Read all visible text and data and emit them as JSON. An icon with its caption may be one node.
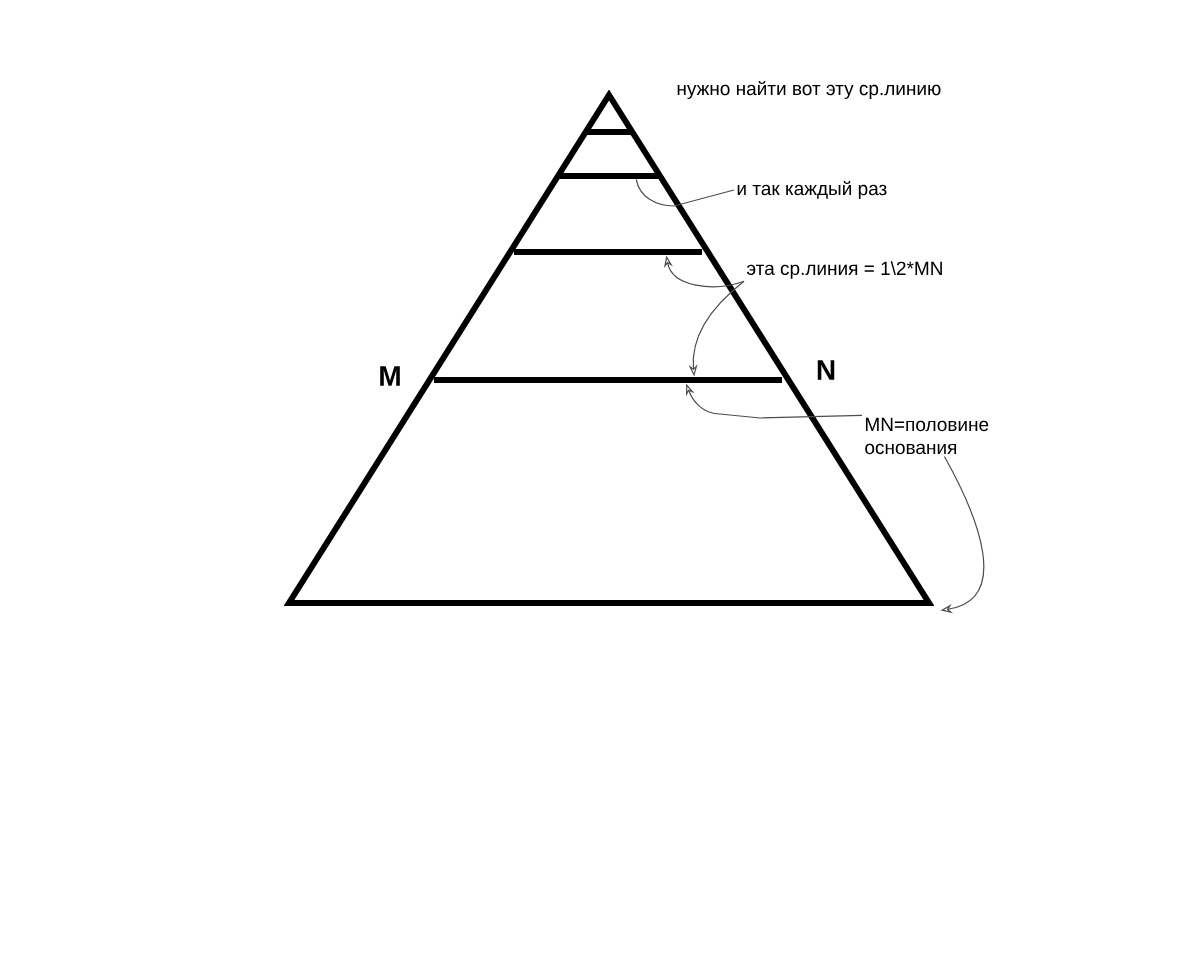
{
  "diagram": {
    "nodes": [
      {
        "text": [
          "нужно найти вот эту ср.линию"
        ]
      },
      {
        "text": [
          "и так каждый раз"
        ]
      },
      {
        "text": [
          "эта ср.линия = 1\\2*MN"
        ]
      },
      {
        "text": [
          "MN=половине основания"
        ]
      },
      {
        "text": [],
        "shape": "triangle"
      },
      {
        "text": [],
        "shape": "line",
        "in": 4
      },
      {
        "text": [],
        "shape": "line",
        "in": 4
      },
      {
        "text": [],
        "shape": "line",
        "in": 4
      },
      {
        "text": [],
        "shape": "line",
        "in": 4
      }
    ],
    "edges": [
      {
        "from": 1,
        "to": 6,
        "arrow": "none"
      },
      {
        "from": 2,
        "to": 7,
        "arrow": "to"
      },
      {
        "from": 2,
        "to": 8,
        "arrow": "to"
      },
      {
        "from": 3,
        "to": 8,
        "arrow": "to"
      },
      {
        "from": 3,
        "to": 4,
        "arrow": "to"
      }
    ],
    "labels": [
      "M",
      "N"
    ]
  }
}
